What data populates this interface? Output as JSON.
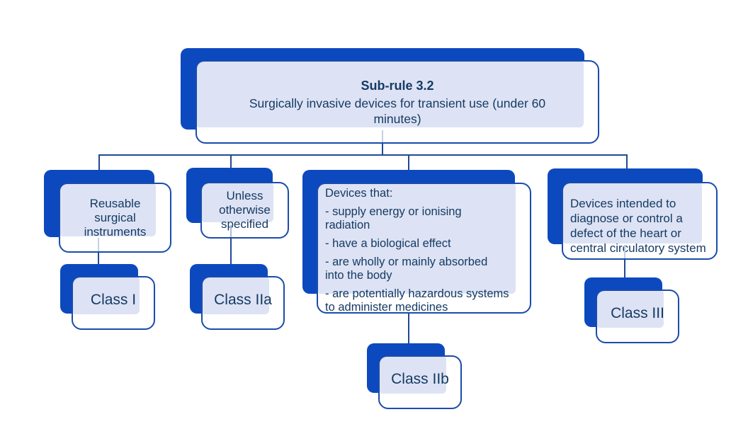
{
  "diagram": {
    "root": {
      "title": "Sub-rule 3.2",
      "subtitle": "Surgically invasive devices for transient use (under 60\nminutes)"
    },
    "branches": [
      {
        "condition": "Reusable\nsurgical\ninstruments",
        "result": "Class I"
      },
      {
        "condition": "Unless\notherwise\nspecified",
        "result": "Class IIa"
      },
      {
        "condition_title": "Devices that:",
        "bullets": [
          "- supply energy or ionising\nradiation",
          "- have a biological effect",
          "- are wholly or mainly absorbed\ninto the body",
          "- are potentially hazardous systems\nto administer medicines"
        ],
        "result": "Class IIb"
      },
      {
        "condition": "Devices intended to\ndiagnose or control a\ndefect of the heart or\ncentral circulatory system",
        "result": "Class III"
      }
    ],
    "colors": {
      "shadow_blue": "#0d49be",
      "border_blue": "#1b4cab",
      "panel_fill": "#dde3f4",
      "text": "#163a64",
      "connector": "#204a96"
    }
  }
}
